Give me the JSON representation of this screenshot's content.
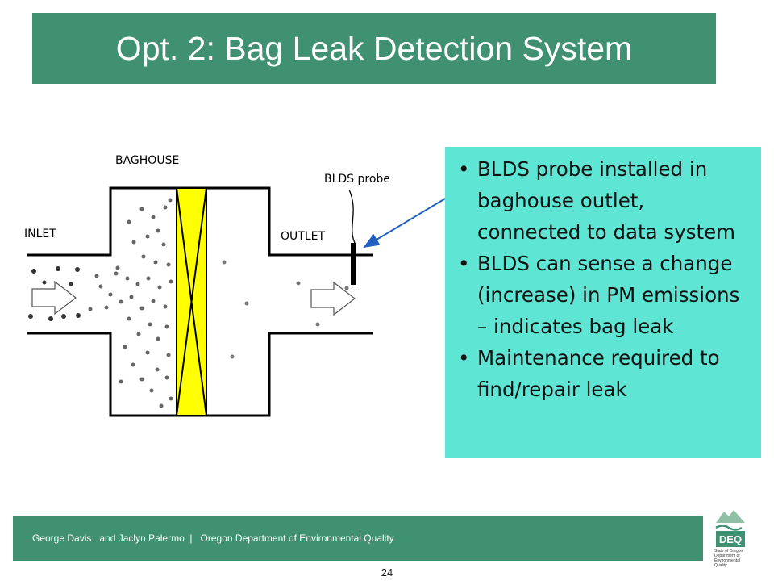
{
  "slide": {
    "title": "Opt. 2:  Bag Leak Detection System",
    "page_number": "24"
  },
  "diagram": {
    "labels": {
      "baghouse": "BAGHOUSE",
      "inlet": "INLET",
      "outlet": "OUTLET",
      "probe": "BLDS probe"
    },
    "colors": {
      "filter": "#ffff00",
      "arrow": "#1f5fbf"
    }
  },
  "bullets": [
    "BLDS probe installed in baghouse outlet, connected to data system",
    "BLDS can sense a change (increase) in PM emissions – indicates bag leak",
    "Maintenance required to find/repair leak"
  ],
  "footer": {
    "text": "George Davis   and Jaclyn Palermo  |   Oregon Department of Environmental Quality"
  },
  "logo": {
    "abbr": "DEQ",
    "caption": "State of Oregon Department of Environmental Quality"
  },
  "colors": {
    "bar": "#3f9171",
    "bullet_box": "#5ee5d3"
  }
}
